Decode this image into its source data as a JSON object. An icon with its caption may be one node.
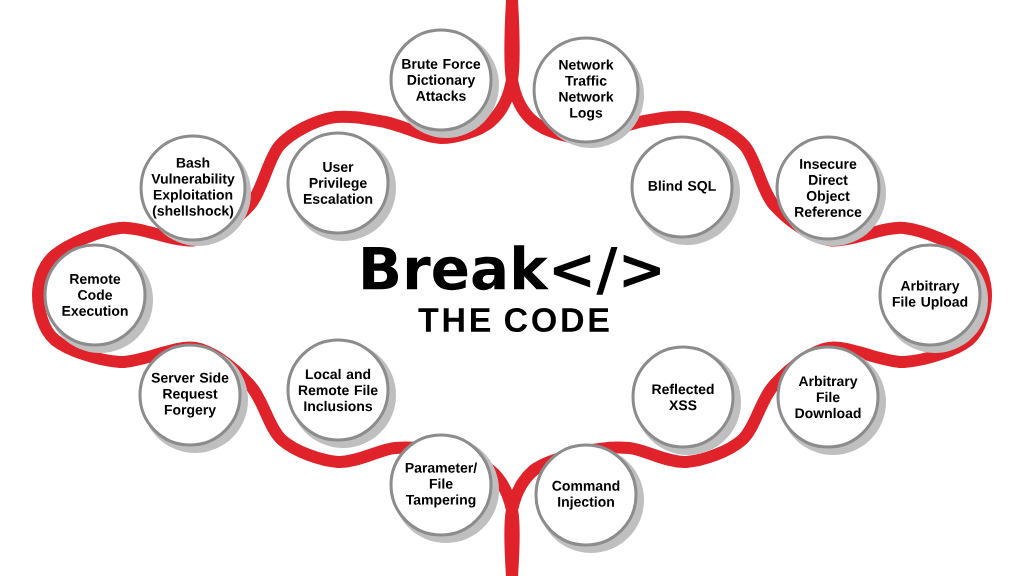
{
  "diagram": {
    "title": "Break</>",
    "nodes": [
      {
        "text": [
          "Brute Force Dictionary Attacks"
        ]
      },
      {
        "text": [
          "Network Traffic Network Logs"
        ]
      },
      {
        "text": [
          "Bash Vulnerability Exploitation (shellshock)"
        ]
      },
      {
        "text": [
          "User Privilege Escalation"
        ]
      },
      {
        "text": [
          "Blind SQL"
        ]
      },
      {
        "text": [
          "Insecure Direct Object Reference"
        ]
      },
      {
        "text": [
          "Remote Code Execution"
        ]
      },
      {
        "text": [
          "Arbitrary File Upload"
        ]
      },
      {
        "text": [
          "Server Side Request Forgery"
        ]
      },
      {
        "text": [
          "Local and Remote File Inclusions"
        ]
      },
      {
        "text": [
          "Reflected XSS"
        ]
      },
      {
        "text": [
          "Arbitrary File Download"
        ]
      },
      {
        "text": [
          "Parameter/ File Tampering"
        ]
      },
      {
        "text": [
          "Command Injection"
        ]
      }
    ],
    "labels": [
      "THE CODE"
    ]
  }
}
